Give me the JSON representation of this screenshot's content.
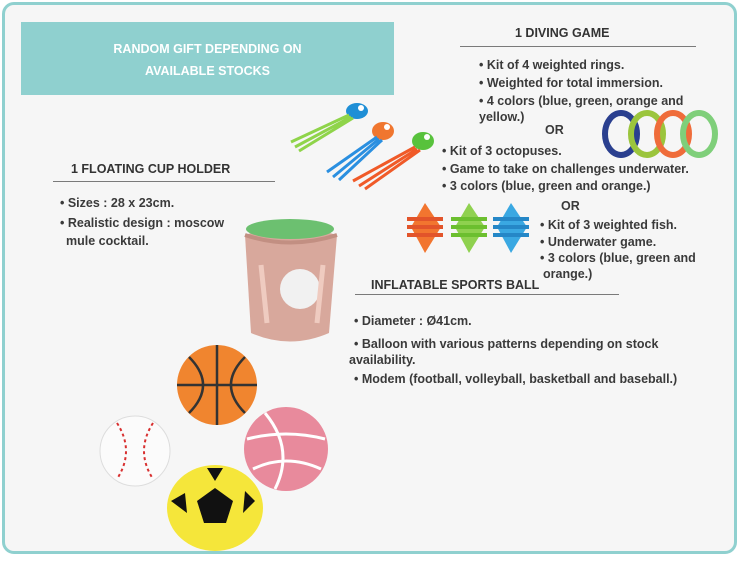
{
  "banner": {
    "line1": "RANDOM GIFT DEPENDING ON",
    "line2": "AVAILABLE STOCKS"
  },
  "diving": {
    "title": "1 DIVING GAME",
    "rings": [
      "• Kit of 4 weighted rings.",
      "• Weighted for total immersion.",
      "• 4 colors (blue, green, orange and",
      "yellow.)"
    ],
    "or1": "OR",
    "octopus": [
      "• Kit of 3 octopuses.",
      "• Game to take on challenges underwater.",
      "• 3 colors (blue, green and orange.)"
    ],
    "or2": "OR",
    "fish": [
      "• Kit of 3 weighted fish.",
      "• Underwater game.",
      "• 3 colors (blue, green and",
      "orange.)"
    ]
  },
  "cup": {
    "title": "1 FLOATING CUP HOLDER",
    "items": [
      "• Sizes : 28 x 23cm.",
      "• Realistic design : moscow",
      "mule cocktail."
    ]
  },
  "ball": {
    "title": "INFLATABLE SPORTS BALL",
    "items": [
      "• Diameter : Ø41cm.",
      "• Balloon with various patterns depending on stock",
      "availability.",
      "• Modem (football, volleyball, basketball and baseball.)"
    ]
  },
  "colors": {
    "accent": "#8fd0cf",
    "ring_blue": "#2a3f8f",
    "ring_green": "#9bc53d",
    "ring_orange": "#ef6c3a",
    "ring_lightgreen": "#7fcf7a"
  }
}
